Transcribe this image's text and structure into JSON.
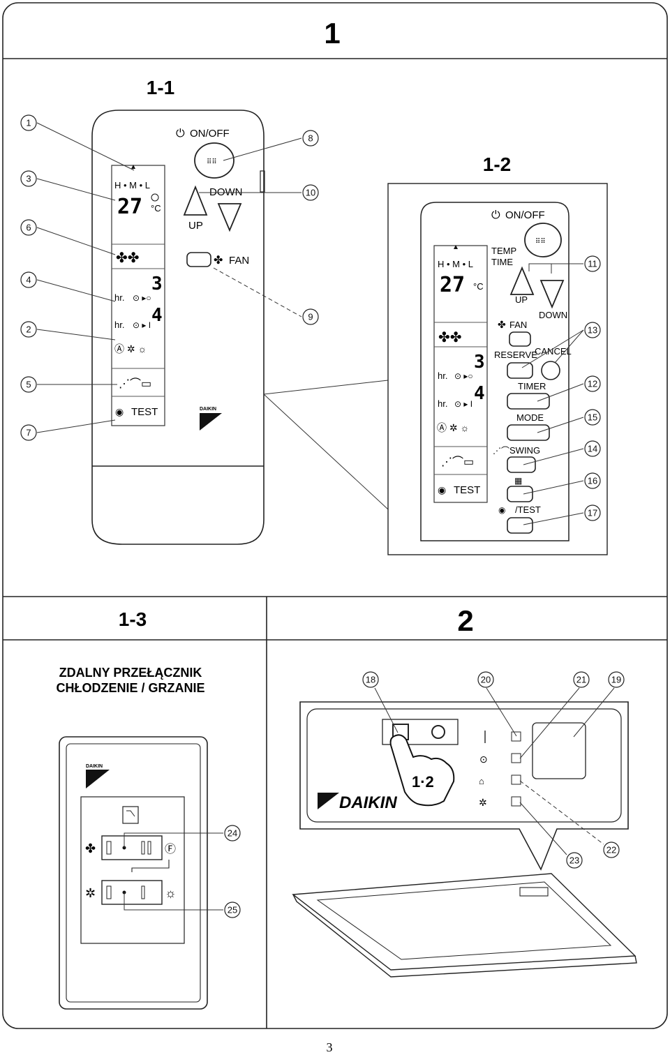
{
  "page_number": "3",
  "sections": {
    "s1": "1",
    "s1_1": "1-1",
    "s1_2": "1-2",
    "s1_3": "1-3",
    "s2": "2"
  },
  "remote_1_1": {
    "on_off": "ON/OFF",
    "down": "DOWN",
    "up": "UP",
    "fan": "FAN",
    "fan_speed": "H • M • L",
    "temp": "27",
    "unit": "°C",
    "hr": "hr.",
    "digit3": "3",
    "digit4": "4",
    "test": "TEST",
    "logo": "DAIKIN"
  },
  "remote_1_2": {
    "on_off": "ON/OFF",
    "temp_label": "TEMP",
    "time_label": "TIME",
    "up": "UP",
    "down": "DOWN",
    "fan": "FAN",
    "reserve": "RESERVE",
    "cancel": "CANCEL",
    "timer": "TIMER",
    "mode": "MODE",
    "swing": "SWING",
    "test": "/TEST",
    "fan_speed": "H • M • L",
    "temp": "27",
    "unit": "°C",
    "hr": "hr.",
    "digit3": "3",
    "digit4": "4",
    "lcd_test": "TEST"
  },
  "switch_1_3": {
    "title_line1": "ZDALNY PRZEŁĄCZNIK",
    "title_line2": "CHŁODZENIE / GRZANIE",
    "logo": "DAIKIN"
  },
  "unit_2": {
    "logo": "DAIKIN",
    "hand_label": "1·2"
  },
  "callouts": {
    "c1": "1",
    "c2": "2",
    "c3": "3",
    "c4": "4",
    "c5": "5",
    "c6": "6",
    "c7": "7",
    "c8": "8",
    "c9": "9",
    "c10": "10",
    "c11": "11",
    "c12": "12",
    "c13": "13",
    "c14": "14",
    "c15": "15",
    "c16": "16",
    "c17": "17",
    "c18": "18",
    "c19": "19",
    "c20": "20",
    "c21": "21",
    "c22": "22",
    "c23": "23",
    "c24": "24",
    "c25": "25"
  }
}
